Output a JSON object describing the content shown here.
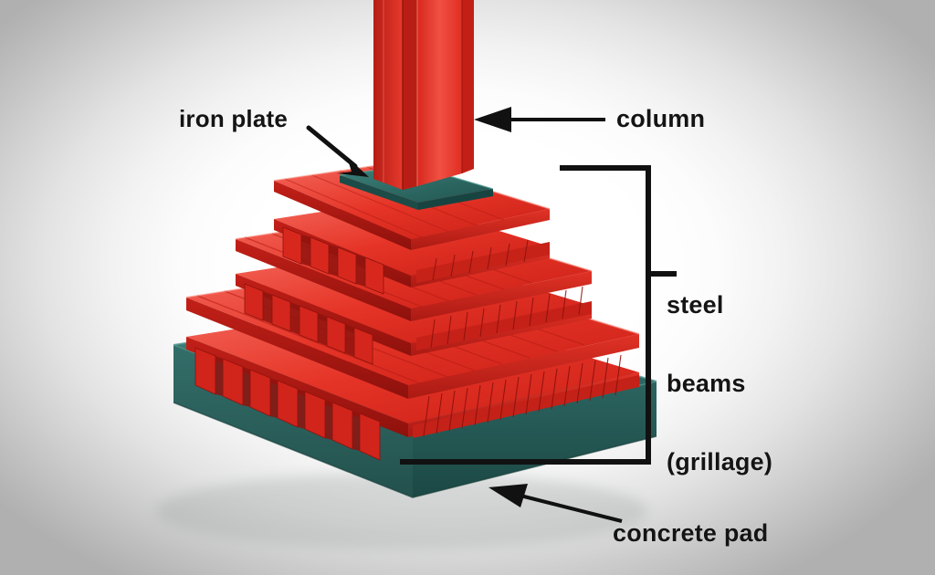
{
  "diagram": {
    "title": "Grillage foundation cut-away",
    "background": {
      "center_color": "#ffffff",
      "edge_color": "#b0b0b0",
      "style": "radial-vignette"
    },
    "colors": {
      "steel_red": "#e32a20",
      "steel_red_light": "#f2554a",
      "steel_red_dark": "#a81a14",
      "steel_red_deep": "#8c120d",
      "concrete_teal": "#2d6460",
      "concrete_teal_light": "#3d7b76",
      "concrete_teal_dark": "#1d4744",
      "iron_plate_teal": "#2a6b66",
      "label_black": "#141414"
    },
    "labels": [
      {
        "id": "iron-plate",
        "text": "iron plate",
        "lines": [
          "iron plate"
        ]
      },
      {
        "id": "column",
        "text": "column",
        "lines": [
          "column"
        ]
      },
      {
        "id": "steel-beams",
        "text": "steel beams (grillage)",
        "lines": [
          "steel",
          "beams",
          "(grillage)"
        ]
      },
      {
        "id": "concrete-pad",
        "text": "concrete pad",
        "lines": [
          "concrete pad"
        ]
      }
    ],
    "label_text": {
      "iron_plate": "iron plate",
      "column": "column",
      "steel_line1": "steel",
      "steel_line2": "beams",
      "steel_line3": "(grillage)",
      "concrete_pad": "concrete pad"
    },
    "parts": [
      {
        "name": "column",
        "material": "steel",
        "color": "#e32a20",
        "shape": "H-section / I-beam",
        "orientation": "vertical"
      },
      {
        "name": "iron plate",
        "material": "iron",
        "color": "#2a6b66",
        "shape": "flat base plate",
        "position": "under column, on top tier"
      },
      {
        "name": "grillage tier 1 (top)",
        "material": "steel",
        "color": "#e32a20",
        "shape": "parallel I-beams",
        "beam_count": 6
      },
      {
        "name": "grillage tier 2 (middle)",
        "material": "steel",
        "color": "#e32a20",
        "shape": "parallel I-beams, rotated 90 degrees",
        "beam_count": 9
      },
      {
        "name": "grillage tier 3 (bottom)",
        "material": "steel",
        "color": "#e32a20",
        "shape": "parallel I-beams, dense",
        "beam_count": 22
      },
      {
        "name": "concrete pad",
        "material": "concrete",
        "color": "#2d6460",
        "shape": "rectangular slab",
        "position": "bottom / foundation"
      }
    ],
    "annotations": {
      "bracket": {
        "target": "steel beams (grillage)",
        "style": "square-bracket",
        "side": "right"
      },
      "arrows": [
        {
          "from": "iron plate label",
          "to": "iron plate",
          "direction": "down-right"
        },
        {
          "from": "column label",
          "to": "column",
          "direction": "left"
        },
        {
          "from": "concrete pad label",
          "to": "concrete pad",
          "direction": "up-left"
        }
      ]
    }
  }
}
